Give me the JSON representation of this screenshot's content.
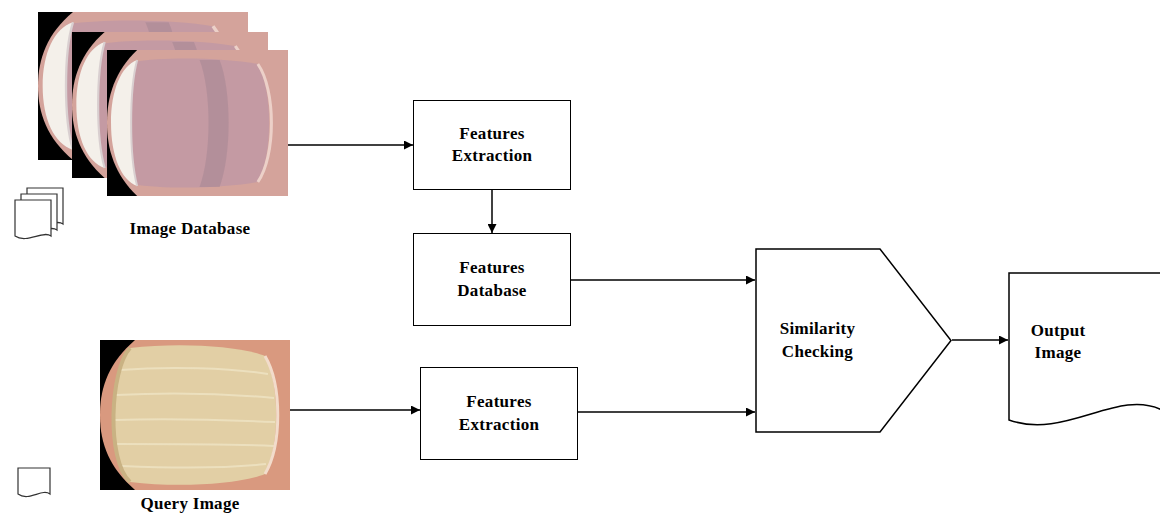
{
  "diagram": {
    "nodes": [
      {
        "text": [
          "Image Database"
        ]
      },
      {
        "text": [
          "Features Extraction"
        ]
      },
      {
        "text": [
          "Features Database"
        ]
      },
      {
        "text": [
          "Query Image"
        ]
      },
      {
        "text": [
          "Features Extraction"
        ]
      },
      {
        "text": [
          "Similarity Checking"
        ]
      },
      {
        "text": [
          "Output Image"
        ]
      }
    ],
    "edges": [
      {
        "from": 0,
        "to": 1,
        "arrow": "to"
      },
      {
        "from": 1,
        "to": 2,
        "arrow": "to"
      },
      {
        "from": 2,
        "to": 5,
        "arrow": "to"
      },
      {
        "from": 3,
        "to": 4,
        "arrow": "to"
      },
      {
        "from": 4,
        "to": 5,
        "arrow": "to"
      },
      {
        "from": 5,
        "to": 6,
        "arrow": "to"
      }
    ]
  }
}
